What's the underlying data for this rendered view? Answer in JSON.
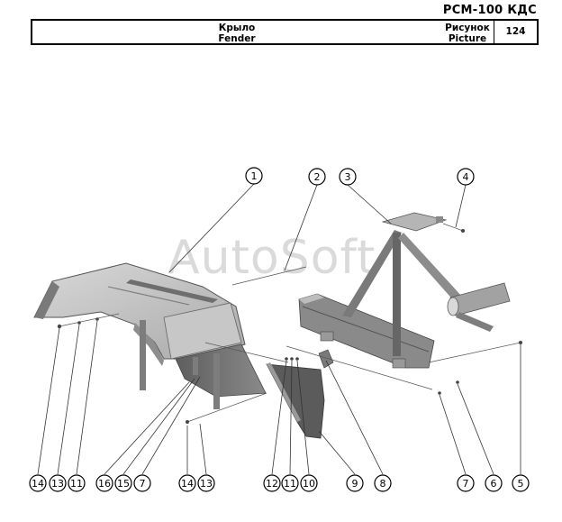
{
  "header": {
    "doc_code": "РСМ-100 КДС",
    "part_name_ru": "Крыло",
    "part_name_en": "Fender",
    "picture_ru": "Рисунок",
    "picture_en": "Picture",
    "picture_number": "124"
  },
  "watermark": "AutoSoft",
  "callouts": {
    "c1": "1",
    "c2": "2",
    "c3": "3",
    "c4": "4",
    "c14a": "14",
    "c13a": "13",
    "c11a": "11",
    "c16": "16",
    "c15": "15",
    "c7a": "7",
    "c14b": "14",
    "c13b": "13",
    "c12": "12",
    "c11b": "11",
    "c10": "10",
    "c9": "9",
    "c8": "8",
    "c7b": "7",
    "c6": "6",
    "c5": "5"
  }
}
